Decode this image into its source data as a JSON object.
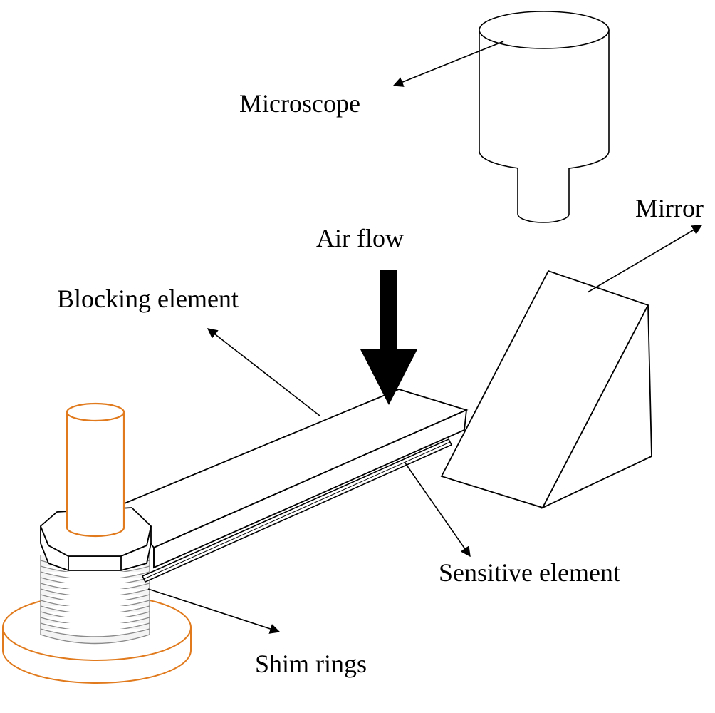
{
  "labels": {
    "microscope": "Microscope",
    "mirror": "Mirror",
    "air_flow": "Air flow",
    "blocking_element": "Blocking element",
    "sensitive_element": "Sensitive element",
    "shim_rings": "Shim rings"
  },
  "colors": {
    "line": "#000000",
    "post": "#e07a1c",
    "shim": "#8a8a8a",
    "background": "#ffffff"
  }
}
